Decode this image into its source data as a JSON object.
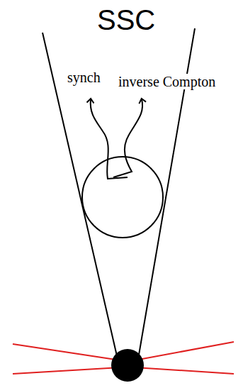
{
  "diagram": {
    "title": "SSC",
    "labels": [
      "synch",
      "inverse Compton"
    ]
  }
}
